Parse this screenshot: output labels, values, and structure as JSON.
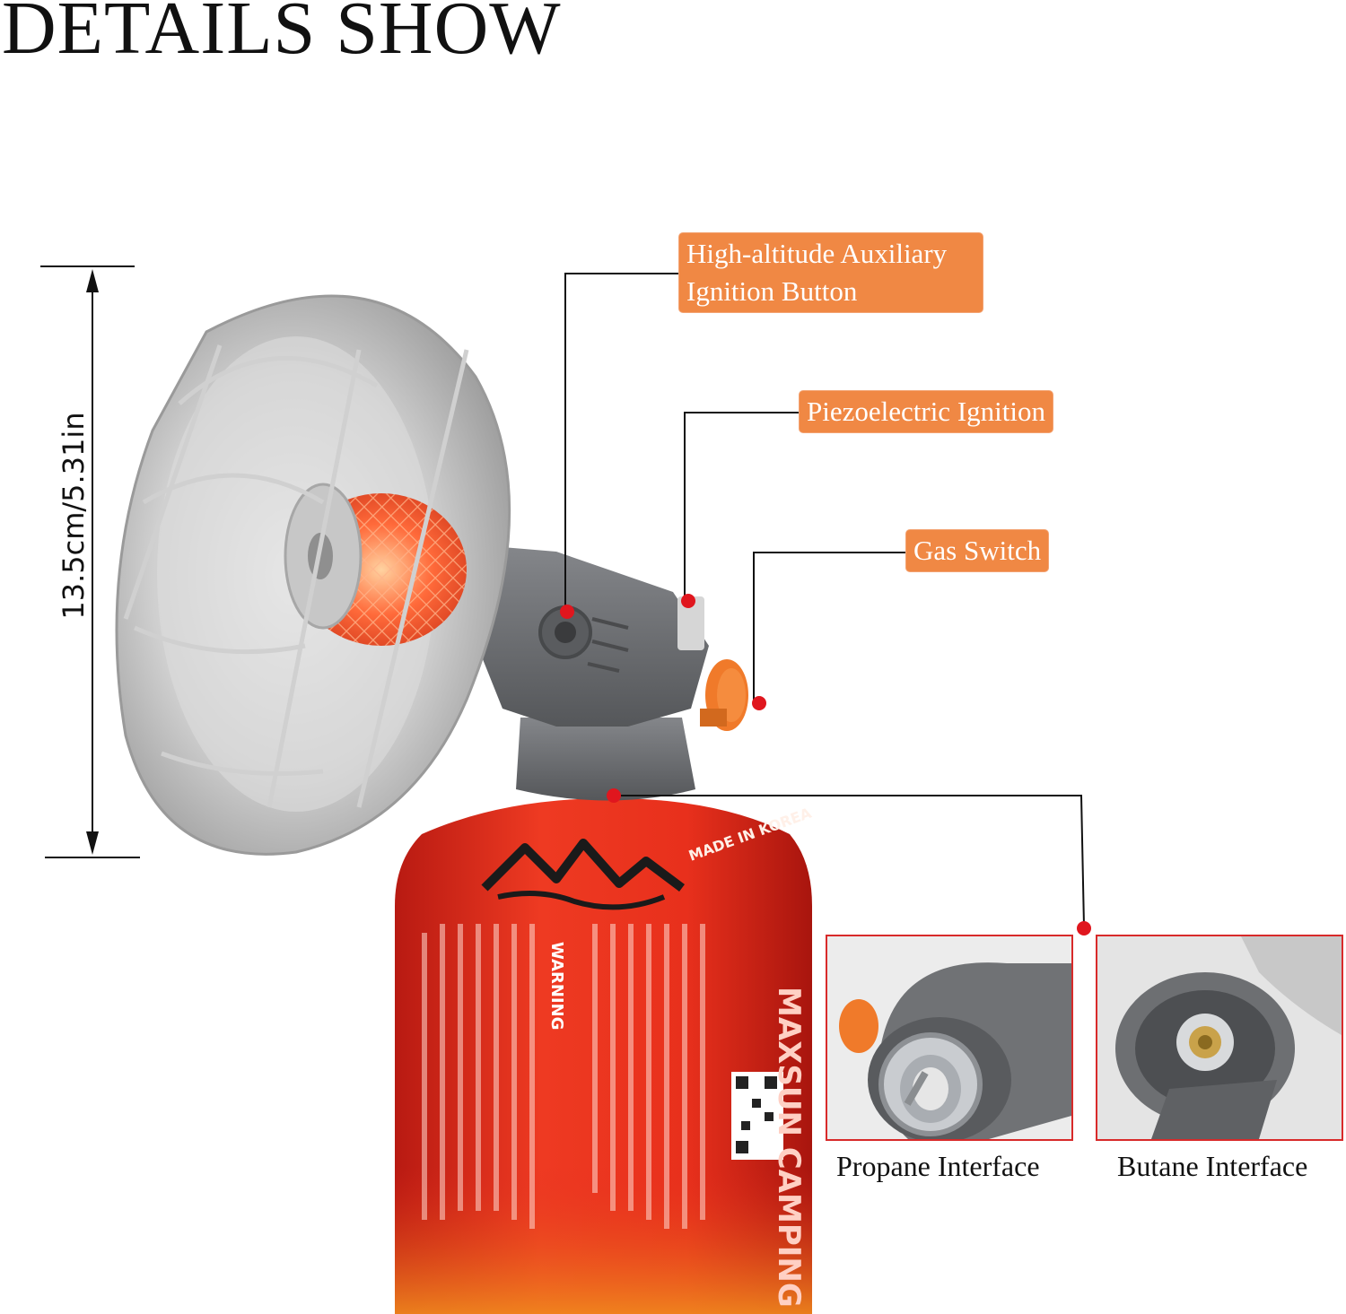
{
  "header": {
    "title": "DETAILS SHOW"
  },
  "dimension": {
    "label": "13.5cm/5.31in"
  },
  "callouts": {
    "ignition_button": {
      "line1": "High-altitude Auxiliary",
      "line2": "Ignition Button"
    },
    "piezo": {
      "label": "Piezoelectric Ignition"
    },
    "gas_switch": {
      "label": "Gas Switch"
    }
  },
  "interfaces": {
    "propane": {
      "caption": "Propane Interface"
    },
    "butane": {
      "caption": "Butane Interface"
    }
  },
  "canister": {
    "brand": "MAXSUN CAMPING",
    "made_in": "MADE IN KOREA",
    "warning_title": "WARNING"
  },
  "colors": {
    "accent": "#f08844",
    "marker": "#e0161e",
    "frame": "#d82a2a",
    "canister": "#e32b1d",
    "body": "#6b6d70"
  }
}
